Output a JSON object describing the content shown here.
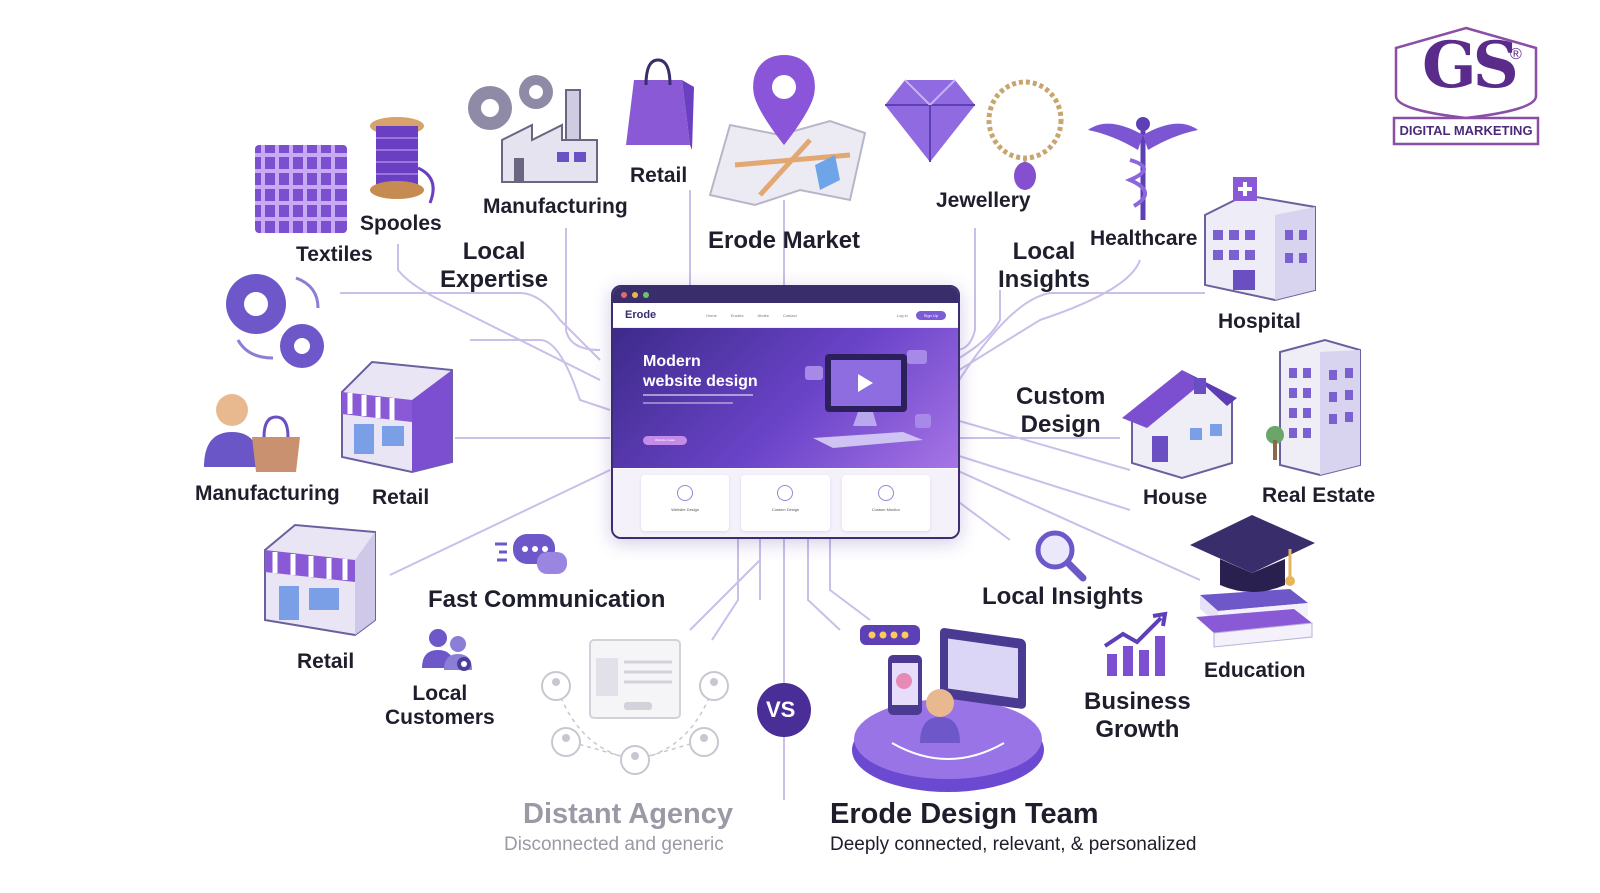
{
  "logo": {
    "letters": "GS",
    "registered": "®",
    "tagline": "DIGITAL MARKETING"
  },
  "center": {
    "browser_brand": "Erode",
    "nav_links": [
      "Home",
      "Erodes",
      "Abdes",
      "Contact"
    ],
    "login": "Log in",
    "signup": "Sign Up",
    "hero_heading_line1": "Modern",
    "hero_heading_line2": "website design",
    "cta": "Website create",
    "cards": [
      "Website Design",
      "Custom Design",
      "Custom Monitor"
    ]
  },
  "labels": {
    "textiles": "Textiles",
    "spooles": "Spooles",
    "manufacturing_top": "Manufacturing",
    "retail_top": "Retail",
    "erode_market": "Erode Market",
    "jewellery": "Jewellery",
    "healthcare": "Healthcare",
    "hospital": "Hospital",
    "local_expertise_1": "Local",
    "local_expertise_2": "Expertise",
    "local_insights_top_1": "Local",
    "local_insights_top_2": "Insights",
    "custom_design_1": "Custom",
    "custom_design_2": "Design",
    "manufacturing_left": "Manufacturing",
    "retail_left": "Retail",
    "house": "House",
    "real_estate": "Real Estate",
    "fast_communication": "Fast Communication",
    "local_insights_bottom": "Local Insights",
    "retail_bottom": "Retail",
    "local_customers_1": "Local",
    "local_customers_2": "Customers",
    "business_growth_1": "Business",
    "business_growth_2": "Growth",
    "education": "Education",
    "vs": "VS"
  },
  "comparison": {
    "left_title": "Distant Agency",
    "left_sub": "Disconnected and generic",
    "right_title": "Erode Design Team",
    "right_sub": "Deeply connected, relevant, & personalized"
  },
  "colors": {
    "primary": "#5b3fb8",
    "accent": "#8a63d8",
    "dark": "#3a2d6c",
    "muted": "#9a99a6",
    "line": "#c8bde8"
  },
  "icons": [
    "textile-weave-icon",
    "thread-spool-icon",
    "factory-gears-icon",
    "shopping-bag-icon",
    "map-pin-icon",
    "diamond-icon",
    "necklace-icon",
    "caduceus-icon",
    "hospital-building-icon",
    "gears-cycle-icon",
    "shopper-icon",
    "storefront-icon",
    "house-icon",
    "office-building-icon",
    "chat-bubbles-icon",
    "magnifier-icon",
    "customers-group-icon",
    "growth-chart-icon",
    "graduation-cap-icon",
    "network-icon",
    "design-team-platform-icon"
  ]
}
